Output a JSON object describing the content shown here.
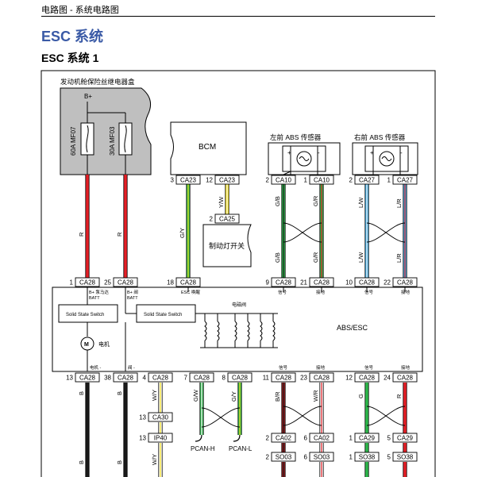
{
  "header": {
    "breadcrumb": "电路图 - 系统电路图",
    "page_title": "ESC 系统",
    "section_title": "ESC 系统 1"
  },
  "diagram": {
    "fuse_box": {
      "title": "发动机舱保险丝继电器盒",
      "bplus": "B+",
      "fuses": [
        "60A MF07",
        "30A MF03"
      ]
    },
    "bcm": {
      "title": "BCM"
    },
    "brake_switch": {
      "label": "制动灯开关"
    },
    "sensor_left": {
      "title": "左前 ABS 传感器",
      "plus": "+",
      "minus": "-"
    },
    "sensor_right": {
      "title": "右前 ABS 传感器",
      "plus": "+",
      "minus": "-"
    },
    "module": {
      "title": "ABS/ESC",
      "sss1": "Solid State Switch",
      "sss2": "Solid State Switch",
      "motor_symbol": "M",
      "motor_label": "电机",
      "valve_label": "电磁阀",
      "lbl_pump_batt_1": "B+ 泵马达",
      "lbl_pump_batt_2": "BATT",
      "lbl_valve_batt_1": "B+ 阀",
      "lbl_valve_batt_2": "BATT",
      "lbl_esc_wake": "ESC 唤醒",
      "lbl_sig_left": "信号",
      "lbl_gnd_left": "接地",
      "lbl_sig_right": "信号",
      "lbl_gnd_right": "接地",
      "lbl_motor_neg": "电机 -",
      "lbl_valve_neg": "阀 -",
      "lbl_sig_bottom_left": "信号",
      "lbl_gnd_bottom_left": "接地",
      "lbl_sig_bottom_right": "信号",
      "lbl_gnd_bottom_right": "接地"
    },
    "connectors_top": [
      {
        "pin": "1",
        "name": "CA28"
      },
      {
        "pin": "25",
        "name": "CA28"
      },
      {
        "pin": "18",
        "name": "CA28"
      },
      {
        "pin": "9",
        "name": "CA28"
      },
      {
        "pin": "21",
        "name": "CA28"
      },
      {
        "pin": "10",
        "name": "CA28"
      },
      {
        "pin": "22",
        "name": "CA28"
      }
    ],
    "connectors_bcm": [
      {
        "pin": "3",
        "name": "CA23"
      },
      {
        "pin": "12",
        "name": "CA23"
      },
      {
        "pin": "2",
        "name": "CA25"
      }
    ],
    "connectors_sensors": [
      {
        "pin": "2",
        "name": "CA10"
      },
      {
        "pin": "1",
        "name": "CA10"
      },
      {
        "pin": "2",
        "name": "CA27"
      },
      {
        "pin": "1",
        "name": "CA27"
      }
    ],
    "connectors_bottom": [
      {
        "pin": "13",
        "name": "CA28"
      },
      {
        "pin": "38",
        "name": "CA28"
      },
      {
        "pin": "4",
        "name": "CA28"
      },
      {
        "pin": "7",
        "name": "CA28"
      },
      {
        "pin": "8",
        "name": "CA28"
      },
      {
        "pin": "11",
        "name": "CA28"
      },
      {
        "pin": "23",
        "name": "CA28"
      },
      {
        "pin": "12",
        "name": "CA28"
      },
      {
        "pin": "24",
        "name": "CA28"
      }
    ],
    "connectors_lower": [
      {
        "pin": "13",
        "name": "CA30"
      },
      {
        "pin": "13",
        "name": "IP40"
      },
      {
        "pin": "2",
        "name": "CA02"
      },
      {
        "pin": "6",
        "name": "CA02"
      },
      {
        "pin": "1",
        "name": "CA29"
      },
      {
        "pin": "5",
        "name": "CA29"
      },
      {
        "pin": "2",
        "name": "SO03"
      },
      {
        "pin": "6",
        "name": "SO03"
      },
      {
        "pin": "1",
        "name": "SO38"
      },
      {
        "pin": "5",
        "name": "SO38"
      }
    ],
    "wire_labels": {
      "r1": "R",
      "r2": "R",
      "gy_bcm": "G/Y",
      "yw_bcm": "Y/W",
      "gb_top": "G/B",
      "gr_top": "G/R",
      "gb_bot": "G/B",
      "gr_bot": "G/R",
      "lw_top": "L/W",
      "lr_top": "L/R",
      "lw_bot": "L/W",
      "lr_bot": "L/R",
      "b1": "B",
      "b2": "B",
      "b3": "B",
      "b4": "B",
      "wy1": "W/Y",
      "wy2": "W/Y",
      "gw": "G/W",
      "gy": "G/Y",
      "br": "B/R",
      "wr": "W/R",
      "g": "G",
      "r_bottom": "R"
    },
    "can_labels": {
      "h": "PCAN-H",
      "l": "PCAN-L"
    },
    "wire_colors": {
      "red": "#e41f26",
      "green": "#2db84b",
      "yellow": "#f5e11c",
      "blue": "#3fa9e0",
      "gray": "#a7a9ac",
      "black": "#1a1a1a",
      "white": "#ffffff",
      "darkred": "#9c1b1f"
    }
  }
}
